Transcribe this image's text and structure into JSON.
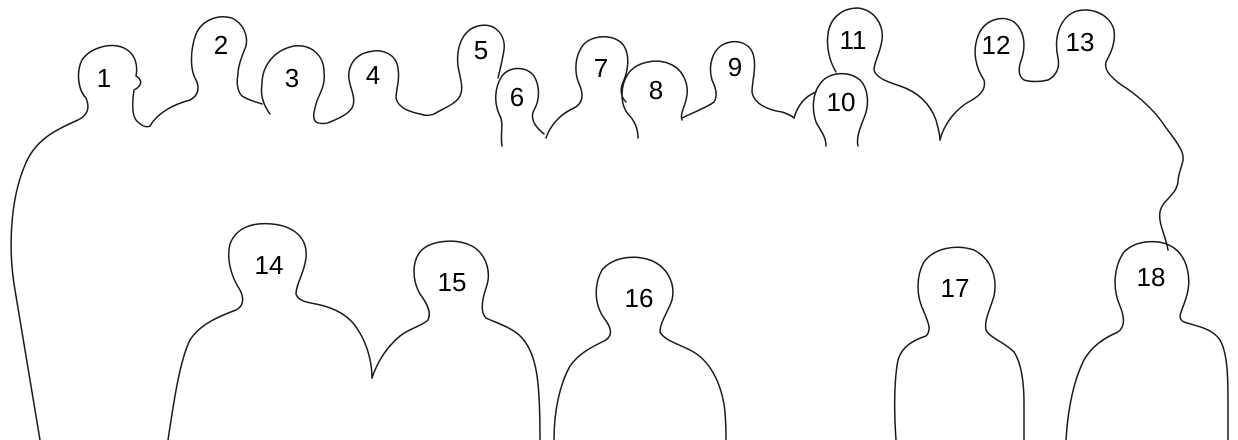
{
  "figure": {
    "outline_color": "#1a1a1a",
    "background_color": "#ffffff",
    "people": [
      {
        "number": "1"
      },
      {
        "number": "2"
      },
      {
        "number": "3"
      },
      {
        "number": "4"
      },
      {
        "number": "5"
      },
      {
        "number": "6"
      },
      {
        "number": "7"
      },
      {
        "number": "8"
      },
      {
        "number": "9"
      },
      {
        "number": "10"
      },
      {
        "number": "11"
      },
      {
        "number": "12"
      },
      {
        "number": "13"
      },
      {
        "number": "14"
      },
      {
        "number": "15"
      },
      {
        "number": "16"
      },
      {
        "number": "17"
      },
      {
        "number": "18"
      }
    ]
  }
}
